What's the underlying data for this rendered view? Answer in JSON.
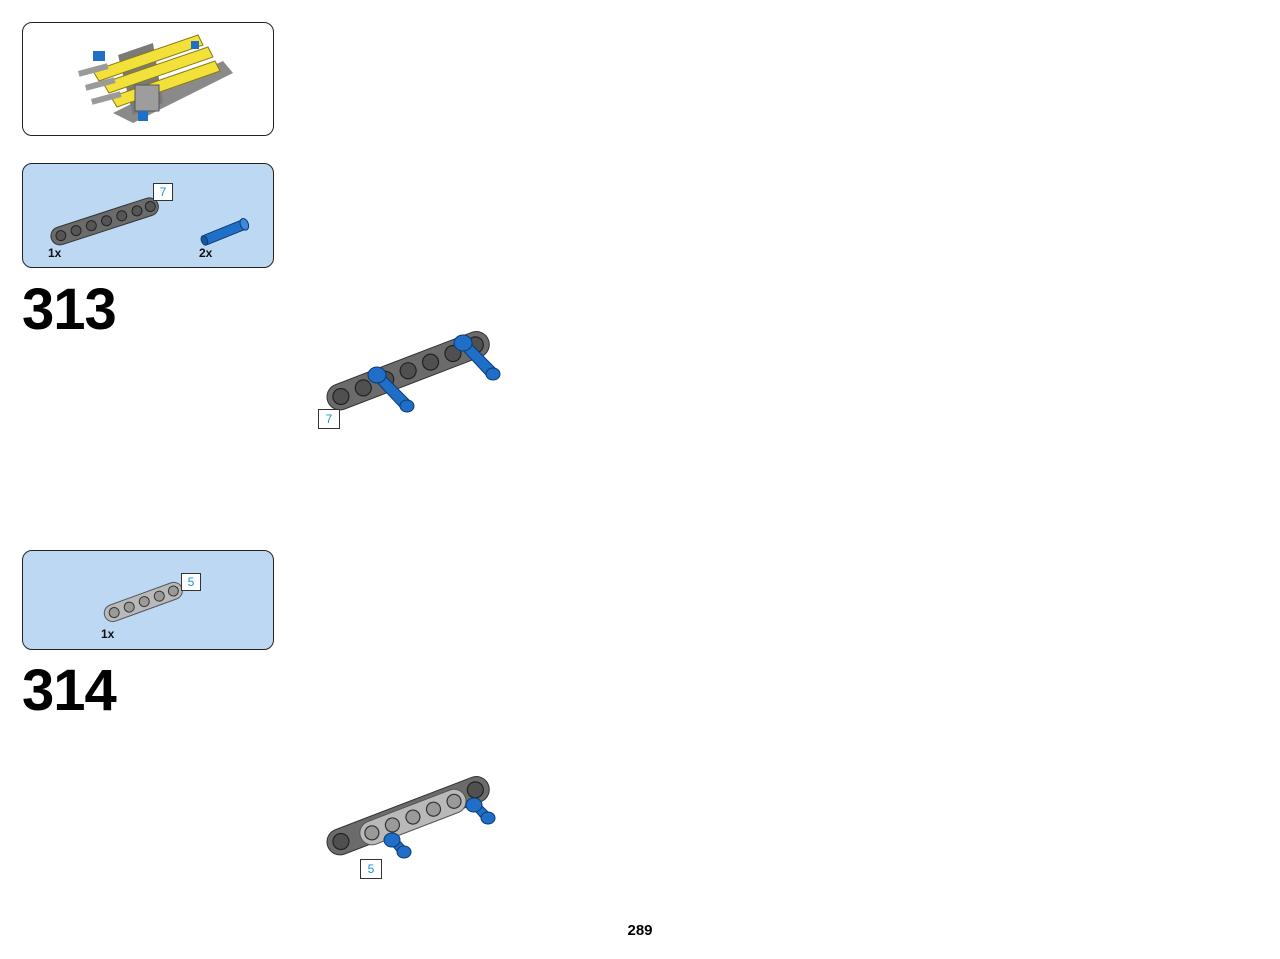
{
  "steps": [
    {
      "number": "313",
      "parts": [
        {
          "name": "gray beam",
          "quantity": "1x",
          "length": "7"
        },
        {
          "name": "blue pin",
          "quantity": "2x"
        }
      ],
      "callout_length": "7"
    },
    {
      "number": "314",
      "parts": [
        {
          "name": "light gray beam",
          "quantity": "1x",
          "length": "5"
        }
      ],
      "callout_length": "5"
    }
  ],
  "page_number": "289",
  "colors": {
    "parts_panel": "#bcd8f2",
    "dark_gray": "#6b6b6b",
    "light_gray": "#b9b9b9",
    "blue": "#1f6fc9",
    "yellow": "#f3e13b",
    "length_text": "#1d8fd1"
  }
}
